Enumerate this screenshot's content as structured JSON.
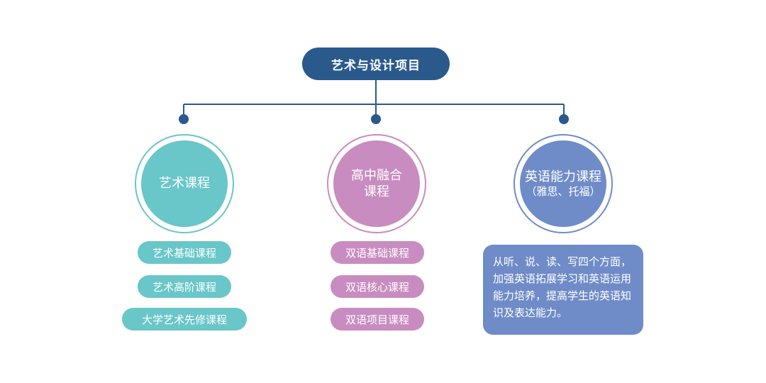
{
  "root": {
    "label": "艺术与设计项目"
  },
  "branches": [
    {
      "title": "艺术课程",
      "subtitle": "",
      "items": [
        "艺术基础课程",
        "艺术高阶课程",
        "大学艺术先修课程"
      ]
    },
    {
      "title": "高中融合课程",
      "title_lines": [
        "高中融合",
        "课程"
      ],
      "subtitle": "",
      "items": [
        "双语基础课程",
        "双语核心课程",
        "双语项目课程"
      ]
    },
    {
      "title": "英语能力课程",
      "subtitle": "（雅思、托福）",
      "description": "从听、说、读、写四个方面，加强英语拓展学习和英语运用能力培养，提高学生的英语知识及表达能力。"
    }
  ],
  "colors": {
    "root": "#2a5a8c",
    "connector": "#2a5a8c",
    "art": "#69c6c9",
    "high_school": "#c88cc0",
    "english": "#6f8cc8"
  }
}
